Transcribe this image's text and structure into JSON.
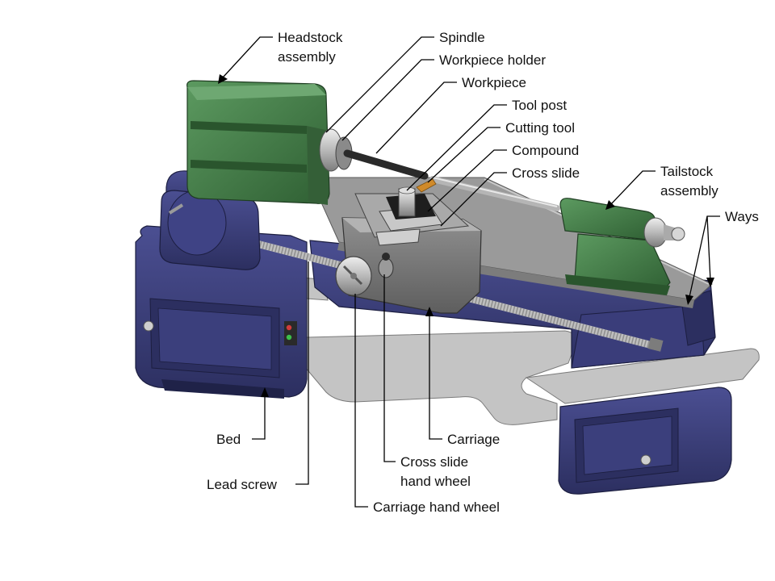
{
  "diagram": {
    "labels": {
      "headstock_1": "Headstock",
      "headstock_2": "assembly",
      "spindle": "Spindle",
      "workpiece_holder": "Workpiece holder",
      "workpiece": "Workpiece",
      "tool_post": "Tool post",
      "cutting_tool": "Cutting tool",
      "compound": "Compound",
      "cross_slide": "Cross slide",
      "tailstock_1": "Tailstock",
      "tailstock_2": "assembly",
      "ways": "Ways",
      "bed": "Bed",
      "lead_screw": "Lead screw",
      "carriage": "Carriage",
      "cross_slide_hw_1": "Cross slide",
      "cross_slide_hw_2": "hand wheel",
      "carriage_hw": "Carriage hand wheel"
    },
    "colors": {
      "bed_navy": "#3a3d7a",
      "bed_navy_dark": "#24264f",
      "bed_navy_light": "#5a5fa0",
      "green": "#3f7a43",
      "green_dark": "#2a552d",
      "green_light": "#5c9a60",
      "gray_top": "#9a9a9a",
      "gray_light": "#c9c9c9",
      "gray_dark": "#6f6f6f",
      "steel": "#c0c0c0",
      "orange_tool": "#d08a2a"
    }
  }
}
